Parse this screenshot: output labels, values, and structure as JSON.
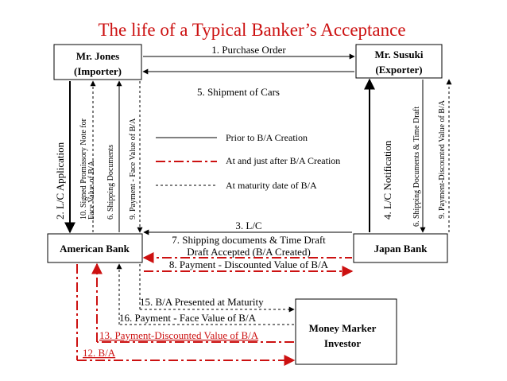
{
  "title": "The life of a Typical Banker’s Acceptance",
  "colors": {
    "title": "#cc1111",
    "black": "#000000",
    "red": "#cc1111"
  },
  "boxes": {
    "importer": {
      "line1": "Mr. Jones",
      "line2": "(Importer)"
    },
    "exporter": {
      "line1": "Mr. Susuki",
      "line2": "(Exporter)"
    },
    "american_bank": {
      "label": "American Bank"
    },
    "japan_bank": {
      "label": "Japan Bank"
    },
    "investor": {
      "line1": "Money Marker",
      "line2": "Investor"
    }
  },
  "legend": {
    "prior": "Prior to B/A Creation",
    "at_after": "At and just after B/A Creation",
    "maturity": "At maturity date of B/A"
  },
  "steps": {
    "s1": "1. Purchase Order",
    "s2": "2. L/C Application",
    "s3": "3. L/C",
    "s4": "4. L/C Notification",
    "s5": "5. Shipment of Cars",
    "s6_left": "6. Shipping Documents",
    "s6_right": "6. Shipping Documents & Time Draft",
    "s7_line1": "7. Shipping documents & Time Draft",
    "s7_line2": "Draft Accepted (B/A Created)",
    "s8": "8. Payment - Discounted Value of B/A",
    "s9_left": "9. Payment - Face Value of B/A",
    "s9_right": "9. Payment-Discounted Value of B/A",
    "s10_line1": "10. Signed Promissory Note for",
    "s10_line2": "Face Value of B/A",
    "s12": "12. B/A",
    "s13": "13. Payment-Discounted Value of B/A",
    "s15": "15. B/A Presented at Maturity",
    "s16": "16. Payment -  Face Value of B/A"
  }
}
